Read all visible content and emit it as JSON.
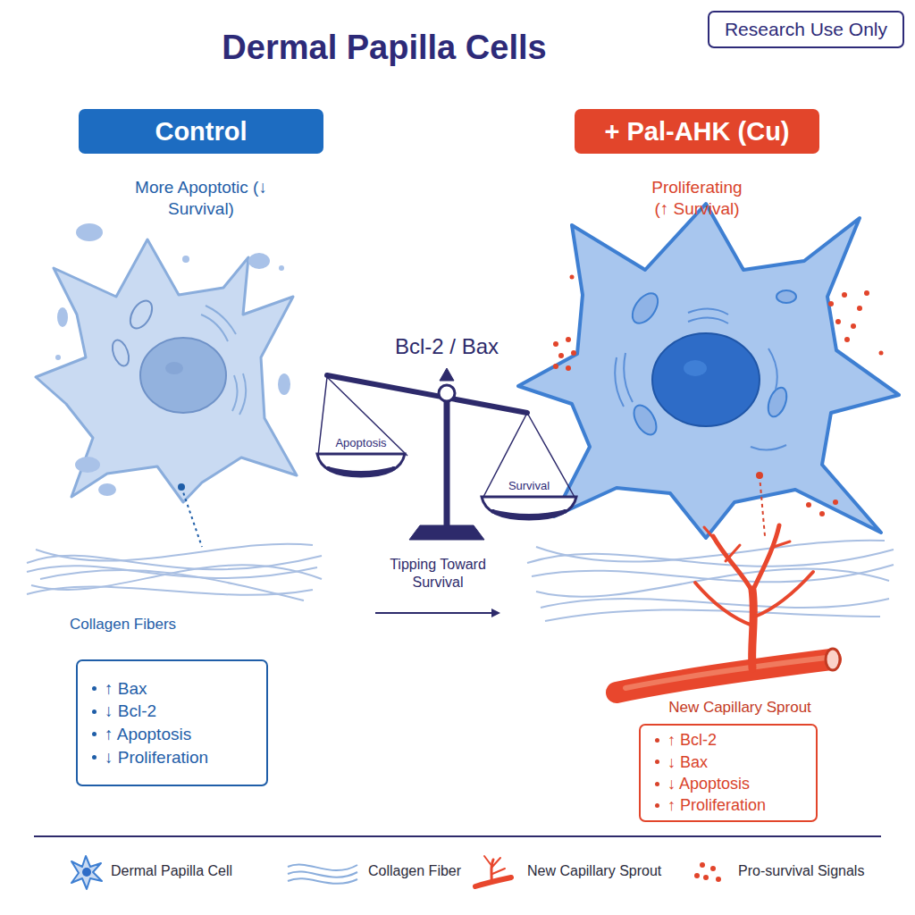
{
  "diagram": {
    "title": "Dermal Papilla Cells",
    "nodes": [
      {
        "text": [
          "Research Use Only"
        ]
      },
      {
        "text": [
          "Control"
        ]
      },
      {
        "text": [
          "+ Pal-AHK (Cu)"
        ]
      },
      {
        "text": [
          "Apoptosis"
        ]
      },
      {
        "text": [
          "Survival"
        ]
      },
      {
        "text": [
          "↑ Bax",
          "↓ Bcl-2",
          "↑ Apoptosis",
          "↓ Proliferation"
        ]
      },
      {
        "text": [
          "↑ Bcl-2",
          "↓ Bax",
          "↓ Apoptosis",
          "↑ Proliferation"
        ]
      }
    ],
    "labels": [
      "More Apoptotic (↓ Survival)",
      "Proliferating (↑ Survival)",
      "Bcl-2 / Bax",
      "Tipping Toward Survival",
      "Collagen Fibers",
      "New Capillary Sprout"
    ],
    "legend": [
      {
        "text": "Dermal Papilla Cell"
      },
      {
        "text": "Collagen Fiber"
      },
      {
        "text": "New Capillary Sprout"
      },
      {
        "text": "Pro-survival Signals"
      }
    ]
  }
}
